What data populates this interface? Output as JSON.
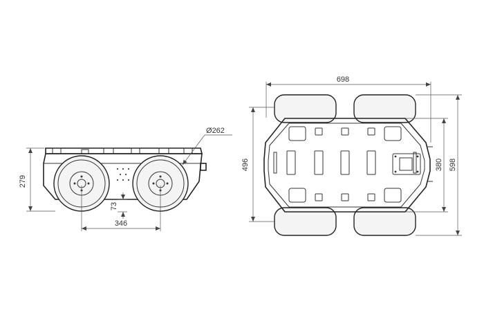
{
  "dimensions": {
    "side_height": "279",
    "wheel_diameter": "262",
    "diameter_symbol": "Ø",
    "ground_clearance": "73",
    "wheelbase": "346",
    "top_width": "698",
    "top_body_length": "496",
    "top_track": "380",
    "top_overall_length": "598"
  },
  "colors": {
    "line": "#222222",
    "dimension": "#555555",
    "tire_fill": "#f4f4f4"
  }
}
